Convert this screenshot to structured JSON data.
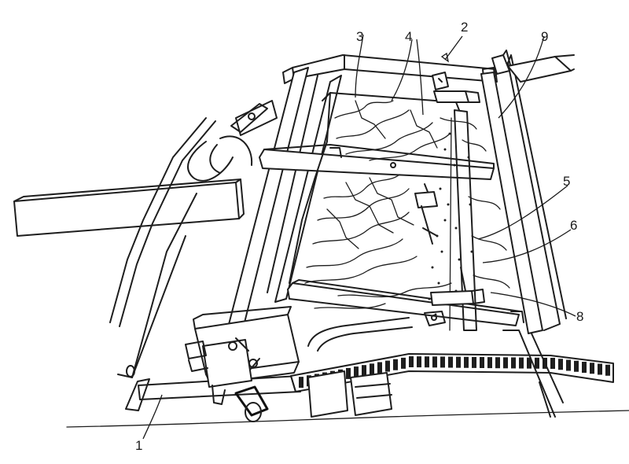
{
  "labels": {
    "l1": "1",
    "l2": "2",
    "l3": "3",
    "l4": "4",
    "l5": "5",
    "l6": "6",
    "l8": "8",
    "l9": "9"
  }
}
